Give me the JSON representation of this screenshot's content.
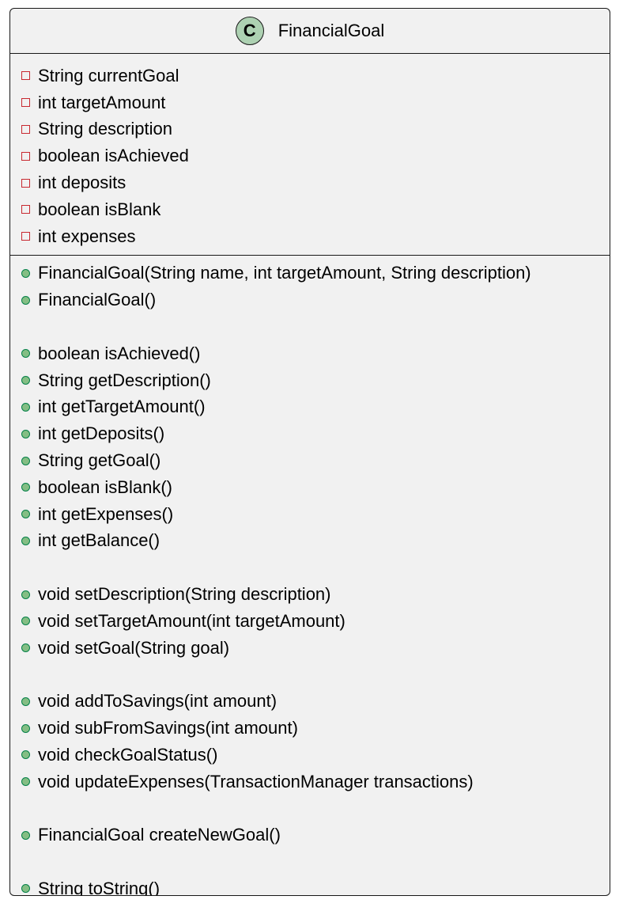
{
  "class": {
    "stereotype_letter": "C",
    "name": "FinancialGoal",
    "colors": {
      "icon_fill": "#add1b2",
      "box_fill": "#f1f1f1",
      "private_marker": "#c82930",
      "public_marker": "#84be84"
    }
  },
  "fields": [
    {
      "visibility": "private",
      "text": "String currentGoal"
    },
    {
      "visibility": "private",
      "text": "int targetAmount"
    },
    {
      "visibility": "private",
      "text": "String description"
    },
    {
      "visibility": "private",
      "text": "boolean isAchieved"
    },
    {
      "visibility": "private",
      "text": "int deposits"
    },
    {
      "visibility": "private",
      "text": "boolean isBlank"
    },
    {
      "visibility": "private",
      "text": "int expenses"
    }
  ],
  "methods": [
    {
      "visibility": "public",
      "text": "FinancialGoal(String name, int targetAmount, String description)"
    },
    {
      "visibility": "public",
      "text": "FinancialGoal()"
    },
    {
      "spacer": true
    },
    {
      "visibility": "public",
      "text": "boolean isAchieved()"
    },
    {
      "visibility": "public",
      "text": "String getDescription()"
    },
    {
      "visibility": "public",
      "text": "int getTargetAmount()"
    },
    {
      "visibility": "public",
      "text": "int getDeposits()"
    },
    {
      "visibility": "public",
      "text": "String getGoal()"
    },
    {
      "visibility": "public",
      "text": "boolean isBlank()"
    },
    {
      "visibility": "public",
      "text": "int getExpenses()"
    },
    {
      "visibility": "public",
      "text": "int getBalance()"
    },
    {
      "spacer": true
    },
    {
      "visibility": "public",
      "text": "void setDescription(String description)"
    },
    {
      "visibility": "public",
      "text": "void setTargetAmount(int targetAmount)"
    },
    {
      "visibility": "public",
      "text": "void setGoal(String goal)"
    },
    {
      "spacer": true
    },
    {
      "visibility": "public",
      "text": "void addToSavings(int amount)"
    },
    {
      "visibility": "public",
      "text": "void subFromSavings(int amount)"
    },
    {
      "visibility": "public",
      "text": "void checkGoalStatus()"
    },
    {
      "visibility": "public",
      "text": "void updateExpenses(TransactionManager transactions)"
    },
    {
      "spacer": true
    },
    {
      "visibility": "public",
      "text": "FinancialGoal createNewGoal()"
    },
    {
      "spacer": true
    },
    {
      "visibility": "public",
      "text": "String toString()"
    }
  ]
}
